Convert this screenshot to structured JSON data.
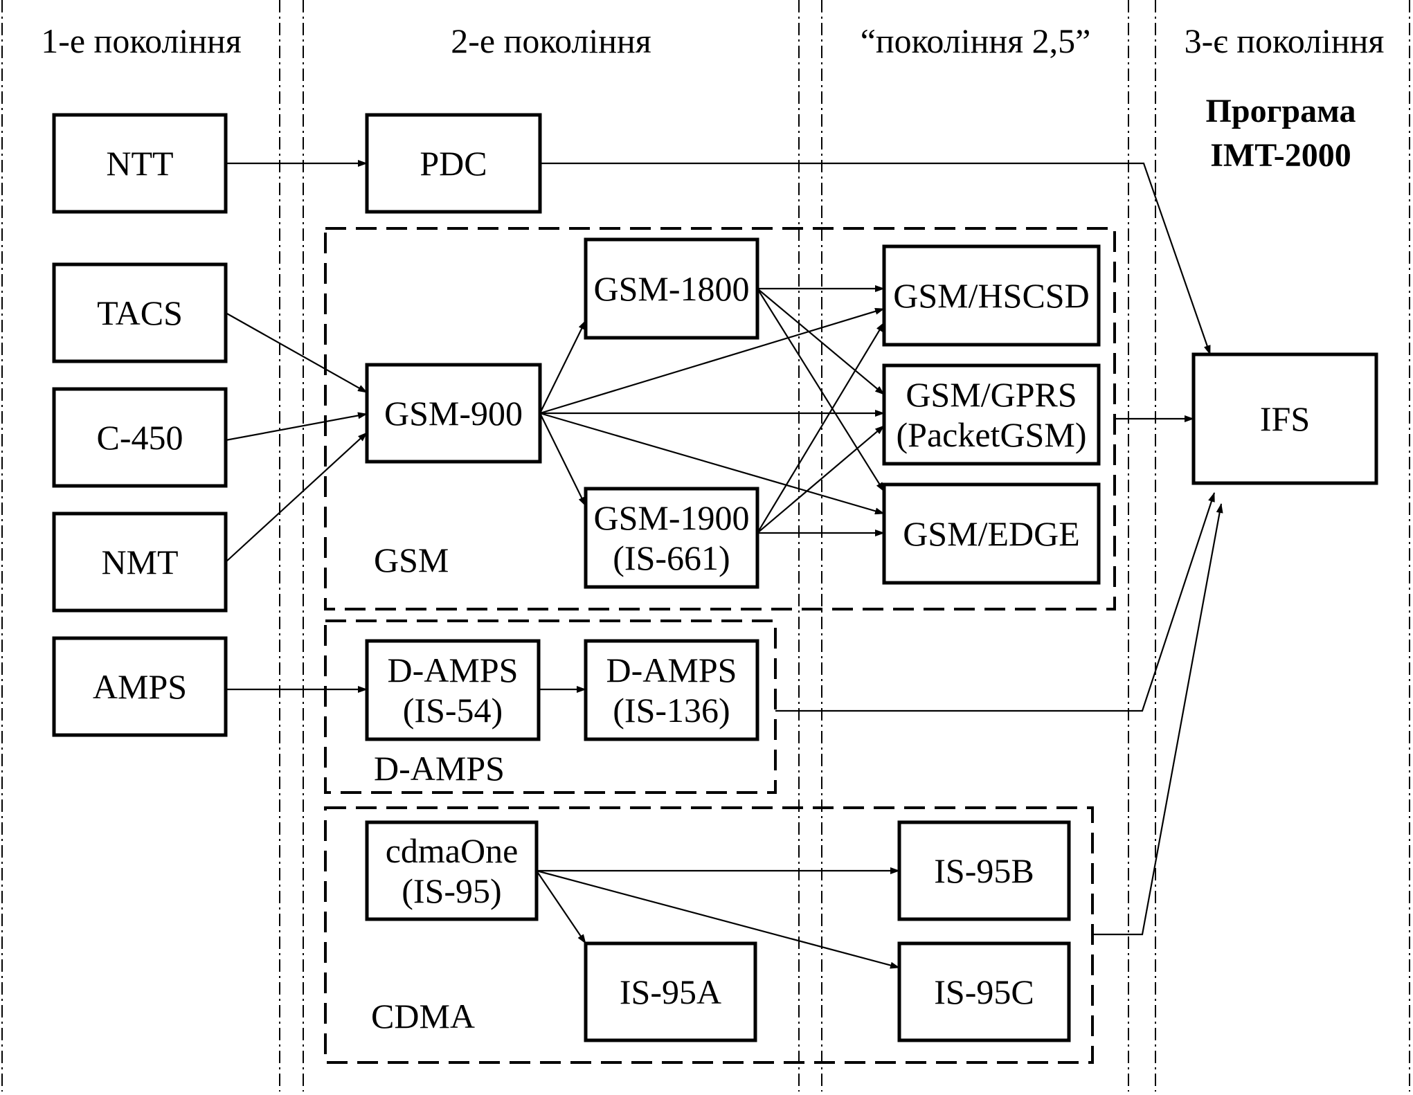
{
  "columns": [
    {
      "id": "gen1",
      "label": "1-е покоління"
    },
    {
      "id": "gen2",
      "label": "2-е покоління"
    },
    {
      "id": "gen25",
      "label": "“покоління 2,5”"
    },
    {
      "id": "gen3",
      "label": "3-є покоління"
    }
  ],
  "program": {
    "line1": "Програма",
    "line2": "IMT-2000"
  },
  "groups": {
    "gsm": "GSM",
    "damps": "D-AMPS",
    "cdma": "CDMA"
  },
  "nodes": {
    "ntt": [
      "NTT"
    ],
    "pdc": [
      "PDC"
    ],
    "tacs": [
      "TACS"
    ],
    "c450": [
      "C-450"
    ],
    "nmt": [
      "NMT"
    ],
    "amps": [
      "AMPS"
    ],
    "gsm900": [
      "GSM-900"
    ],
    "gsm1800": [
      "GSM-1800"
    ],
    "gsm1900": [
      "GSM-1900",
      "(IS-661)"
    ],
    "hscsd": [
      "GSM/HSCSD"
    ],
    "gprs": [
      "GSM/GPRS",
      "(PacketGSM)"
    ],
    "edge": [
      "GSM/EDGE"
    ],
    "dampsis54": [
      "D-AMPS",
      "(IS-54)"
    ],
    "dampsis136": [
      "D-AMPS",
      "(IS-136)"
    ],
    "cdmaone": [
      "cdmaOne",
      "(IS-95)"
    ],
    "is95a": [
      "IS-95A"
    ],
    "is95b": [
      "IS-95B"
    ],
    "is95c": [
      "IS-95C"
    ],
    "ifs": [
      "IFS"
    ]
  },
  "edges": [
    {
      "from": "ntt",
      "to": "pdc"
    },
    {
      "from": "pdc",
      "to": "ifs"
    },
    {
      "from": "tacs",
      "to": "gsm900"
    },
    {
      "from": "c450",
      "to": "gsm900"
    },
    {
      "from": "nmt",
      "to": "gsm900"
    },
    {
      "from": "gsm900",
      "to": "gsm1800"
    },
    {
      "from": "gsm900",
      "to": "gsm1900"
    },
    {
      "from": "gsm900",
      "to": "hscsd"
    },
    {
      "from": "gsm900",
      "to": "gprs"
    },
    {
      "from": "gsm900",
      "to": "edge"
    },
    {
      "from": "gsm1800",
      "to": "hscsd"
    },
    {
      "from": "gsm1800",
      "to": "gprs"
    },
    {
      "from": "gsm1800",
      "to": "edge"
    },
    {
      "from": "gsm1900",
      "to": "hscsd"
    },
    {
      "from": "gsm1900",
      "to": "gprs"
    },
    {
      "from": "gsm1900",
      "to": "edge"
    },
    {
      "from": "gsm-group",
      "to": "ifs"
    },
    {
      "from": "amps",
      "to": "dampsis54"
    },
    {
      "from": "dampsis54",
      "to": "dampsis136"
    },
    {
      "from": "damps-group",
      "to": "ifs"
    },
    {
      "from": "cdmaone",
      "to": "is95b"
    },
    {
      "from": "cdmaone",
      "to": "is95a"
    },
    {
      "from": "cdmaone",
      "to": "is95c"
    },
    {
      "from": "cdma-group",
      "to": "ifs"
    }
  ]
}
